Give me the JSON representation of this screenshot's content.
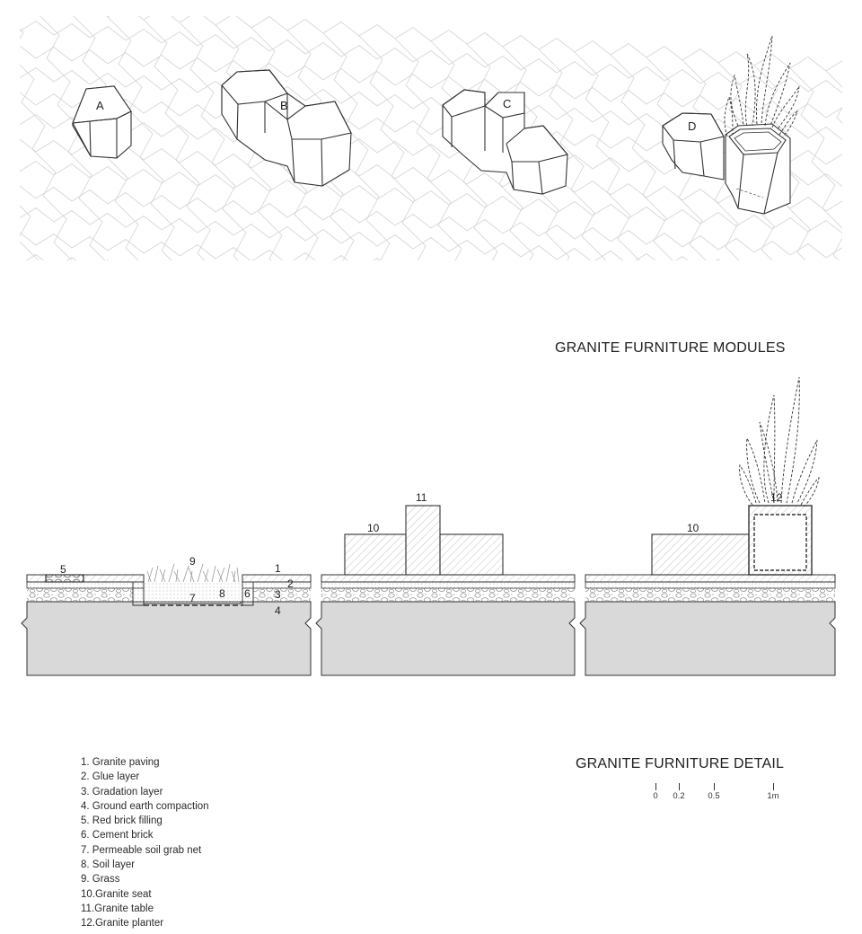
{
  "titles": {
    "modules": "GRANITE FURNITURE MODULES",
    "detail": "GRANITE FURNITURE DETAIL"
  },
  "modules": [
    {
      "letter": "A"
    },
    {
      "letter": "B"
    },
    {
      "letter": "C"
    },
    {
      "letter": "D"
    }
  ],
  "callouts": {
    "n1": "1",
    "n2": "2",
    "n3": "3",
    "n4": "4",
    "n5": "5",
    "n6": "6",
    "n7": "7",
    "n8": "8",
    "n9": "9",
    "n10a": "10",
    "n10b": "10",
    "n11": "11",
    "n12": "12"
  },
  "legend": [
    "1. Granite paving",
    "2. Glue layer",
    "3. Gradation layer",
    "4. Ground earth compaction",
    "5. Red brick filling",
    "6. Cement brick",
    "7. Permeable soil grab net",
    "8. Soil layer",
    "9. Grass",
    "10.Granite seat",
    "11.Granite table",
    "12.Granite planter"
  ],
  "scale_bar": {
    "labels": [
      "0",
      "0.2",
      "0.5",
      "1m"
    ]
  },
  "colors": {
    "line": "#333333",
    "grid": "#d4d4d4",
    "ground": "#d9d9d9",
    "hatch": "#b8b8b8"
  }
}
